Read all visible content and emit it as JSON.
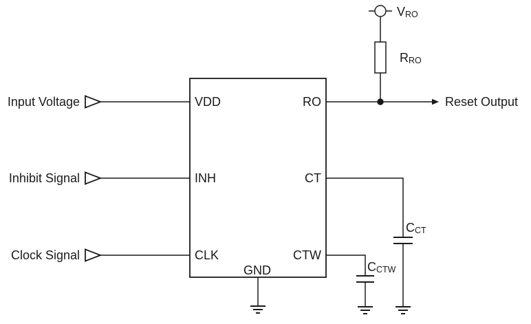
{
  "colors": {
    "line": "#1a1a1a",
    "background": "#ffffff"
  },
  "ic": {
    "left_pins": [
      "VDD",
      "INH",
      "CLK"
    ],
    "right_pins": [
      "RO",
      "CT",
      "CTW"
    ],
    "bottom_pin": "GND"
  },
  "inputs": [
    {
      "label": "Input Voltage",
      "pin": "VDD"
    },
    {
      "label": "Inhibit Signal",
      "pin": "INH"
    },
    {
      "label": "Clock Signal",
      "pin": "CLK"
    }
  ],
  "output": {
    "label": "Reset Output",
    "pin": "RO"
  },
  "components": {
    "supply": {
      "symbol": "V",
      "subscript": "RO"
    },
    "pullup_resistor": {
      "symbol": "R",
      "subscript": "RO"
    },
    "ct_capacitor": {
      "symbol": "C",
      "subscript": "CT"
    },
    "ctw_capacitor": {
      "symbol": "C",
      "subscript": "CTW"
    }
  }
}
